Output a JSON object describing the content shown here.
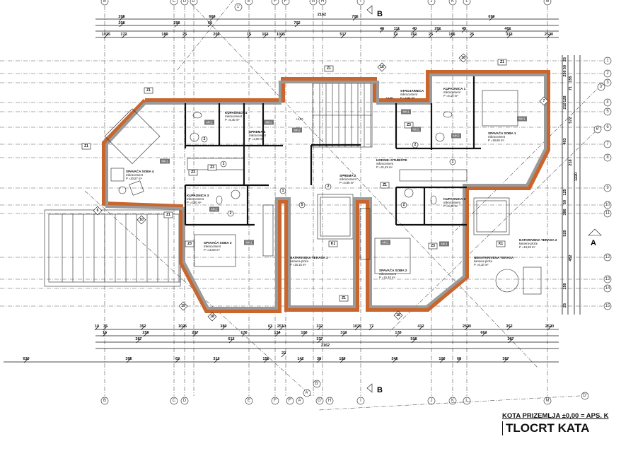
{
  "title": {
    "reference": "KOTA PRIZEMLJA ±0,00 = APS. K",
    "name": "TLOCRT KATA"
  },
  "section_markers": {
    "a": "A",
    "b_top": "B",
    "b_bottom": "B"
  },
  "axes": {
    "top": [
      "B",
      "C",
      "D",
      "D'",
      "E",
      "F",
      "F'",
      "G",
      "H",
      "I",
      "J",
      "K",
      "L",
      "M"
    ],
    "bottom": [
      "B",
      "C",
      "D",
      "E",
      "F",
      "F'",
      "A'",
      "G'",
      "H",
      "I",
      "J",
      "K",
      "L",
      "M"
    ],
    "right": [
      "1",
      "2",
      "3",
      "4",
      "5",
      "6",
      "7",
      "8",
      "9",
      "10",
      "11",
      "12",
      "13",
      "14",
      "15"
    ],
    "diagonal": [
      "1'",
      "3'",
      "6'",
      "D'",
      "A'",
      "B'"
    ]
  },
  "dimensions": {
    "top_total": "2162",
    "top_row1": [
      "208",
      "669",
      "705",
      "690"
    ],
    "top_row2": [
      "208",
      "299",
      "60",
      "702",
      "46",
      "111",
      "40",
      "201",
      "45",
      "401"
    ],
    "top_row3": [
      "1025",
      "173",
      "189",
      "25",
      "205",
      "15",
      "163",
      "1025",
      "517",
      "12",
      "161",
      "25",
      "185",
      "25",
      "333",
      "2520"
    ],
    "bottom_row1": [
      "10",
      "35",
      "352",
      "1025",
      "380",
      "63",
      "2510",
      "337",
      "1025",
      "77",
      "412",
      "2520",
      "352",
      "2520"
    ],
    "bottom_row2": [
      "16",
      "259",
      "297",
      "170",
      "134",
      "100",
      "333",
      "170",
      "663"
    ],
    "bottom_row3": [
      "387",
      "613",
      "337",
      "508",
      "387"
    ],
    "bottom_total": "2162",
    "bottom_row5": [
      "630",
      "395",
      "62",
      "313",
      "155",
      "22",
      "142",
      "38",
      "189",
      "345",
      "100",
      "68",
      "387"
    ],
    "right": [
      "25",
      "50",
      "250",
      "155",
      "71",
      "128",
      "210",
      "572",
      "403",
      "218",
      "1220",
      "125",
      "50",
      "386",
      "520",
      "452",
      "150",
      "25"
    ]
  },
  "rooms": [
    {
      "name": "SPAVAĆA SOBA 4",
      "finish": "mikrocement",
      "area": "P =20,87 m²"
    },
    {
      "name": "KUPAONICA 4",
      "finish": "mikrocement",
      "area": "P =5,40 m²"
    },
    {
      "name": "SPREMA 4",
      "finish": "mikrocement",
      "area": "P =3,00 m²"
    },
    {
      "name": "KUPAONICA 3",
      "finish": "mikrocement",
      "area": "P =4,50 m²"
    },
    {
      "name": "SPAVAĆA SOBA 3",
      "finish": "mikrocement",
      "area": "P =16,60 m²"
    },
    {
      "name": "NATKRIVENA TERASA 1",
      "finish": "kamene ploče",
      "area": "P =15,15 m²"
    },
    {
      "name": "STROJARNICA",
      "finish": "mikrocement",
      "area": "P =4,64 m²"
    },
    {
      "name": "KUPAONICA 1",
      "finish": "mikrocement",
      "area": "P =6,10 m²"
    },
    {
      "name": "SPAVAĆA SOBA 1",
      "finish": "mikrocement",
      "area": "P =18,86 m²"
    },
    {
      "name": "HODNIK+STUBIŠTE",
      "finish": "mikrocement",
      "area": "P =31,45 m²"
    },
    {
      "name": "SPREMA 2",
      "finish": "mikrocement",
      "area": "P =3,86 m²"
    },
    {
      "name": "KUPAONICA 2",
      "finish": "mikrocement",
      "area": "P =5,05 m²"
    },
    {
      "name": "SPAVAĆA SOBA 2",
      "finish": "mikrocement",
      "area": "P =15,40 m²"
    },
    {
      "name": "NATKRIVENA TERASA 2",
      "finish": "kamene ploče",
      "area": "P =13,25 m²"
    },
    {
      "name": "NENATKRIVENA TERASA",
      "finish": "kamene ploče",
      "area": "P =6,10 m²"
    }
  ],
  "tags": {
    "wall": [
      "Z1",
      "Z1",
      "Z1",
      "Z1",
      "Z1",
      "Z1",
      "Z1",
      "Z3",
      "Z3",
      "Z3",
      "Z3",
      "Z3",
      "K1",
      "K1"
    ],
    "finish": [
      "MK1",
      "MK2",
      "MK2",
      "MK2",
      "MK2",
      "MK1",
      "MK1",
      "MK1",
      "MK1",
      "MK1",
      "MK2",
      "MK2"
    ],
    "windows": [
      "16",
      "16",
      "18",
      "18",
      "7",
      "10",
      "19",
      "6"
    ],
    "doors": [
      "1",
      "2",
      "2",
      "1",
      "2",
      "2",
      "1",
      "2",
      "5"
    ],
    "levels": [
      "+3,00",
      "+4,50"
    ]
  }
}
